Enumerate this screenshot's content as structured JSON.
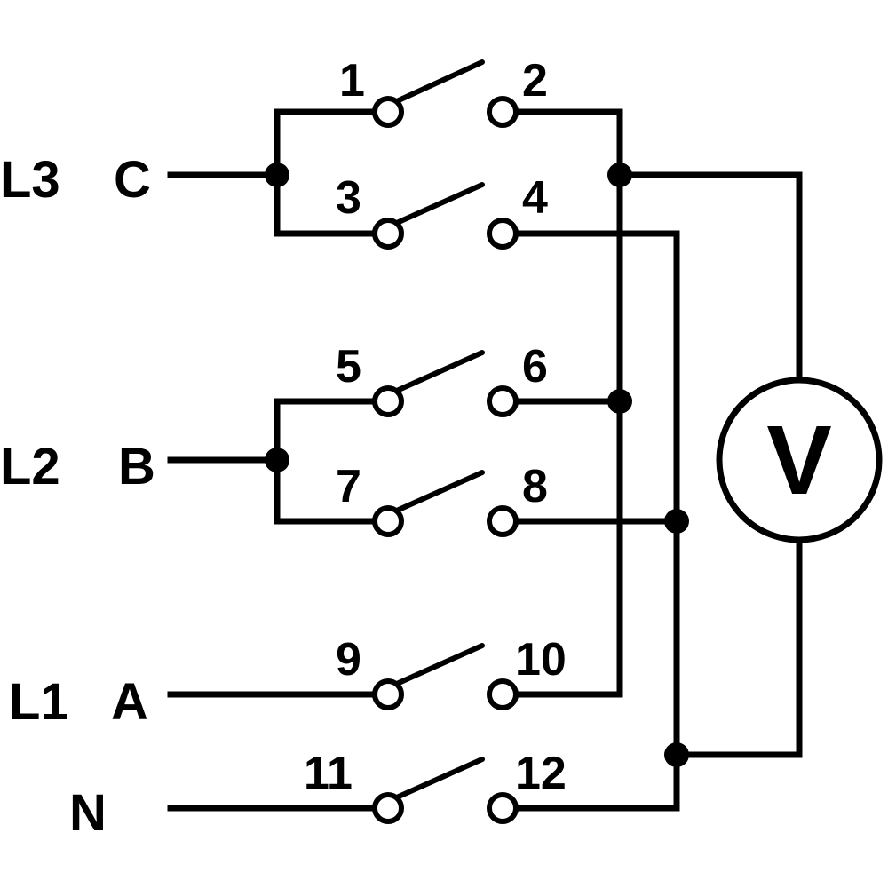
{
  "lines": {
    "L3": {
      "name": "L3",
      "phase": "C"
    },
    "L2": {
      "name": "L2",
      "phase": "B"
    },
    "L1": {
      "name": "L1",
      "phase": "A"
    },
    "N": {
      "name": "N"
    }
  },
  "terminals": [
    "1",
    "2",
    "3",
    "4",
    "5",
    "6",
    "7",
    "8",
    "9",
    "10",
    "11",
    "12"
  ],
  "meter": {
    "symbol": "V"
  }
}
